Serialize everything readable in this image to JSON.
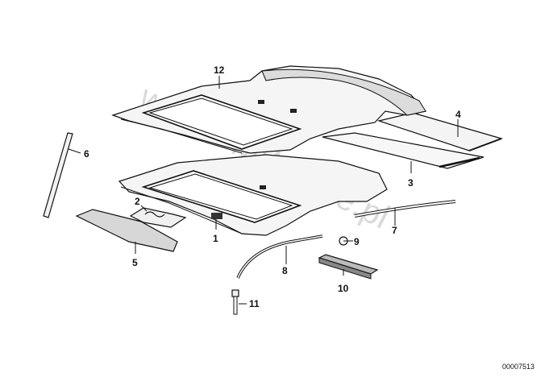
{
  "diagram": {
    "watermark": "www.BMWstore.pl",
    "part_code": "00007513",
    "callouts": [
      {
        "id": "c1",
        "label": "1"
      },
      {
        "id": "c2",
        "label": "2"
      },
      {
        "id": "c3",
        "label": "3"
      },
      {
        "id": "c4",
        "label": "4"
      },
      {
        "id": "c5",
        "label": "5"
      },
      {
        "id": "c6",
        "label": "6"
      },
      {
        "id": "c7",
        "label": "7"
      },
      {
        "id": "c8",
        "label": "8"
      },
      {
        "id": "c9",
        "label": "9"
      },
      {
        "id": "c10",
        "label": "10"
      },
      {
        "id": "c11",
        "label": "11"
      },
      {
        "id": "c12",
        "label": "12"
      }
    ]
  }
}
